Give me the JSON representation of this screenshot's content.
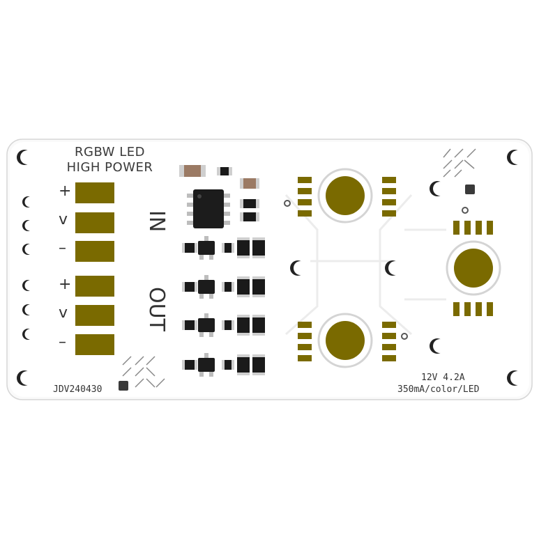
{
  "board": {
    "title_line1": "RGBW LED",
    "title_line2": "HIGH POWER",
    "in_label": "IN",
    "out_label": "OUT",
    "id_code": "JDV240430",
    "spec_line1": "12V 4.2A",
    "spec_line2": "350mA/color/LED"
  },
  "input_pins": [
    "+",
    "v",
    "–"
  ],
  "output_pins": [
    "+",
    "v",
    "–"
  ],
  "colors": {
    "board": "#ffffff",
    "gold": "#7a6a00",
    "component": "#1a1a1a",
    "ceramic": "#9b7a64",
    "silkscreen": "#333333"
  }
}
